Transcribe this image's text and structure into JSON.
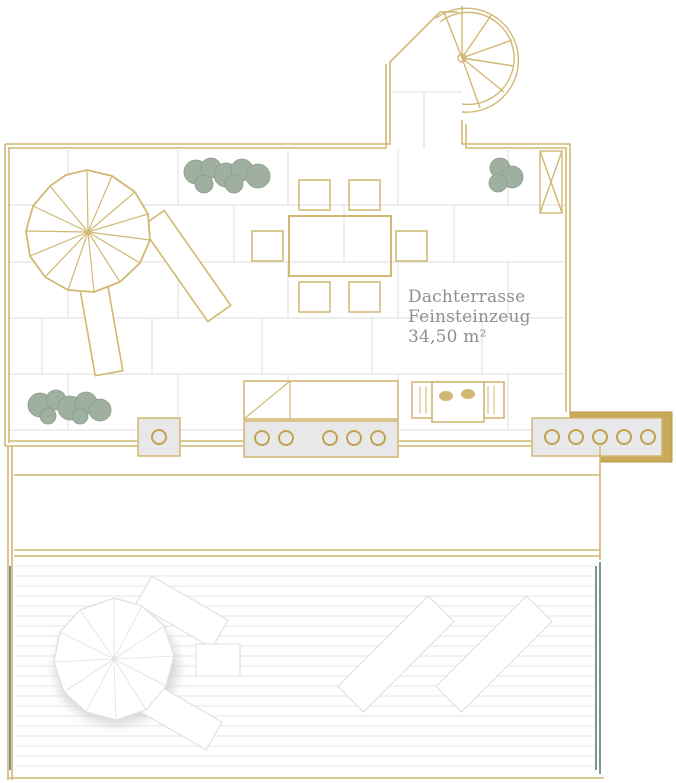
{
  "room": {
    "name": "Dachterrasse",
    "material": "Feinsteinzeug",
    "area": "34,50 m²"
  },
  "colors": {
    "gold": "#d1b872",
    "gold_dark": "#c2a251",
    "green": "#3f6e52",
    "plant": "#9fb0a1",
    "tile": "#dcdcdc",
    "planter": "#e8e8e8",
    "deck_line": "#e6e6e6",
    "label": "#8f8f8f"
  },
  "icons": [
    "parasol-icon",
    "sun-lounger-icon",
    "dining-table-icon",
    "chair-icon",
    "outdoor-kitchen-icon",
    "grill-icon",
    "spiral-staircase-icon",
    "plant-icon",
    "planter-icon"
  ]
}
